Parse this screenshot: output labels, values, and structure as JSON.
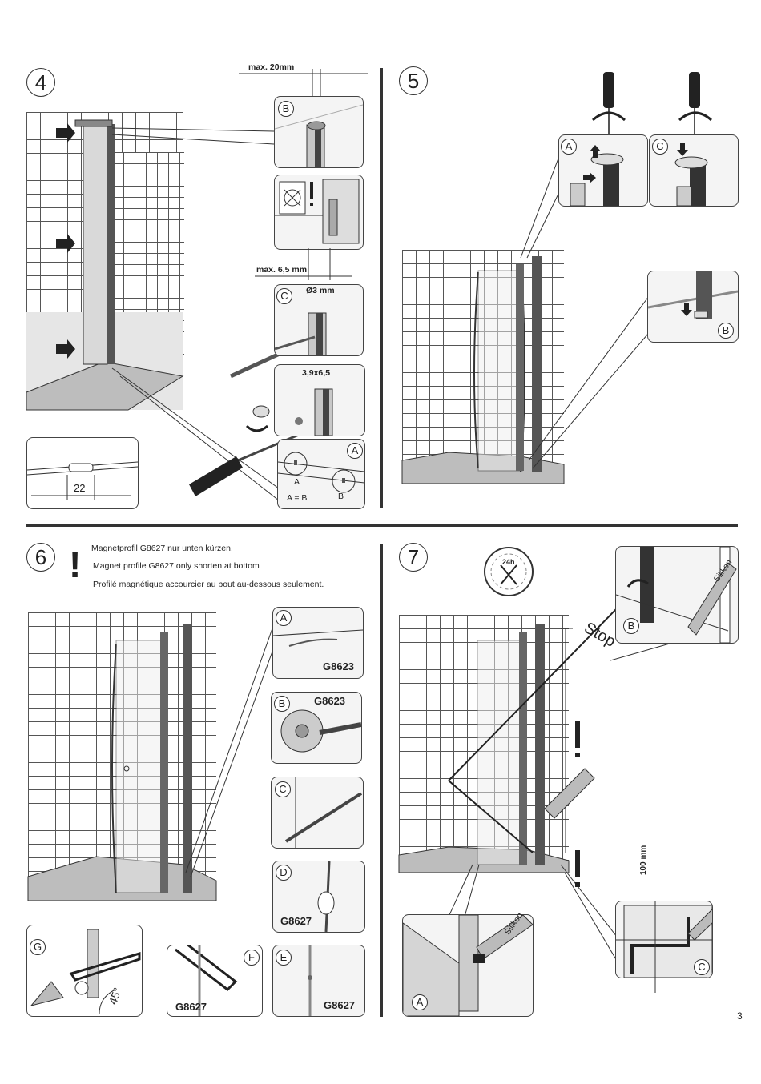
{
  "page_number": "3",
  "step4": {
    "number": "4",
    "max20": "max. 20mm",
    "max65": "max. 6,5 mm",
    "drill": "Ø3 mm",
    "screw": "3,9x6,5",
    "dim22": "22",
    "labels": {
      "A": "A",
      "B": "B",
      "C": "C",
      "a_small": "A",
      "b_small": "B",
      "aeqb": "A = B"
    }
  },
  "step5": {
    "number": "5",
    "labels": {
      "A": "A",
      "B": "B",
      "C": "C"
    }
  },
  "step6": {
    "number": "6",
    "warning_mark": "!",
    "notes": [
      "Magnetprofil G8627 nur unten kürzen.",
      "Magnet profile G8627 only shorten at bottom",
      "Profilé magnétique accourcier au bout au-dessous seulement."
    ],
    "labels": {
      "A": "A",
      "B": "B",
      "C": "C",
      "D": "D",
      "E": "E",
      "F": "F",
      "G": "G"
    },
    "codes": {
      "A": "G8623",
      "B": "G8623",
      "D": "G8627",
      "E": "G8627",
      "F": "G8627"
    },
    "angle": "45°"
  },
  "step7": {
    "number": "7",
    "clock": "24h",
    "stop": "Stop",
    "silikon": "Silikon",
    "dim100": "100 mm",
    "warning_mark": "!",
    "labels": {
      "A": "A",
      "B": "B",
      "C": "C"
    }
  }
}
